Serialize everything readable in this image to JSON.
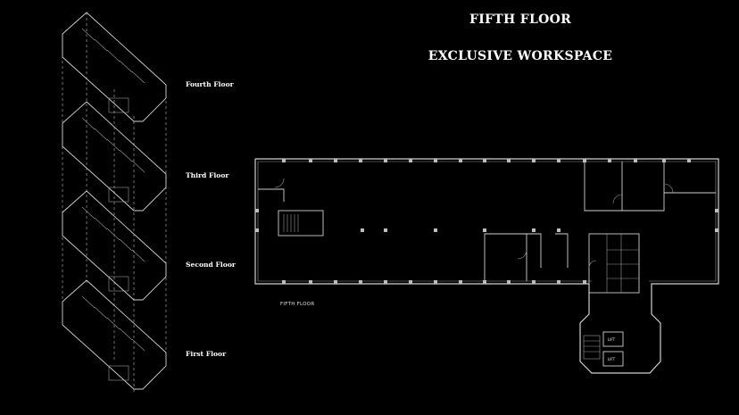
{
  "title": {
    "line1": "FIFTH FLOOR",
    "line2": "EXCLUSIVE WORKSPACE"
  },
  "stack_labels": {
    "fourth": "Fourth Floor",
    "third": "Third Floor",
    "second": "Second Floor",
    "first": "First Floor"
  },
  "plan": {
    "caption": "FIFTH FLOOR",
    "lift_a": "LIFT",
    "lift_b": "LIFT"
  },
  "colors": {
    "background": "#000000",
    "lines": "#cfcfcf",
    "text": "#ffffff"
  }
}
